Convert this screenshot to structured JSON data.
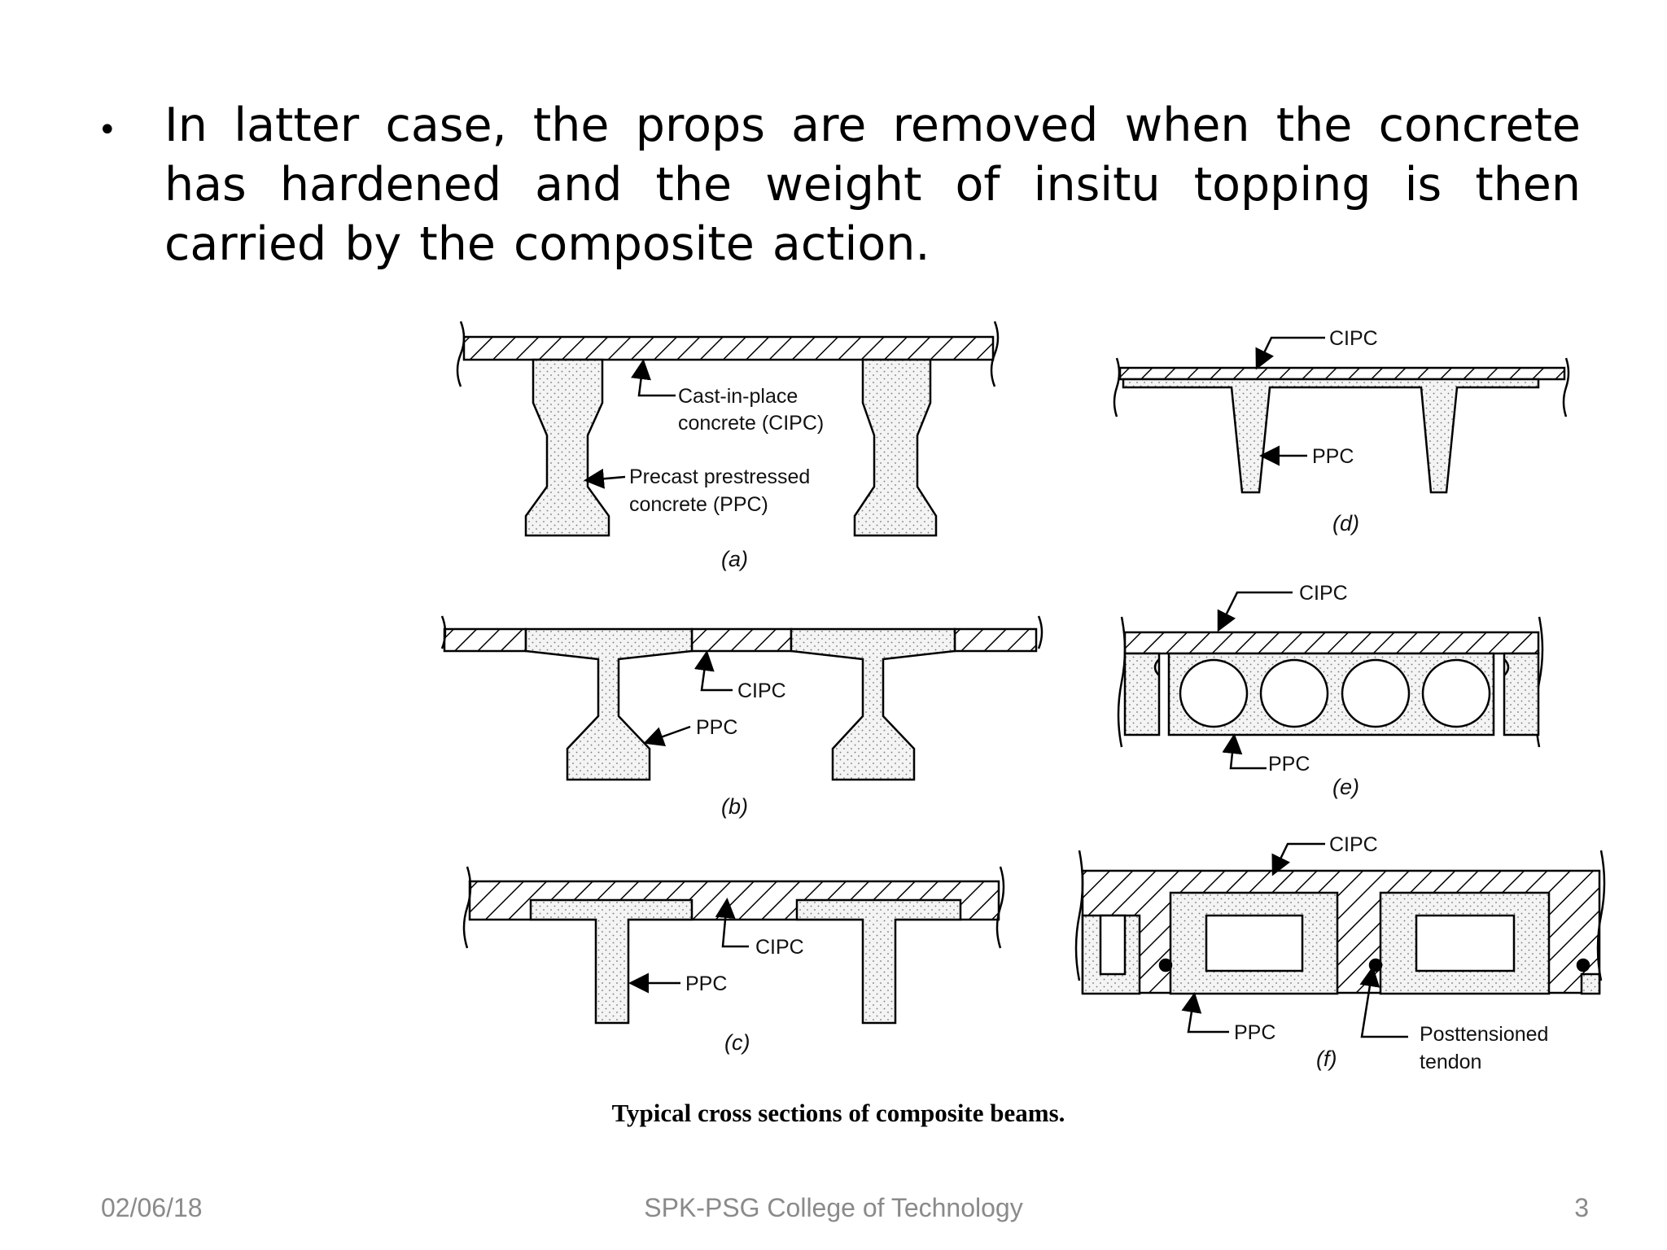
{
  "bullet": {
    "symbol": "•",
    "text": "In latter case, the props are removed when the concrete has hardened and the weight of insitu topping is then carried by the composite action."
  },
  "figure": {
    "panel_a": {
      "label": "(a)",
      "cipc_line1": "Cast-in-place",
      "cipc_line2": "concrete (CIPC)",
      "ppc_line1": "Precast prestressed",
      "ppc_line2": "concrete (PPC)"
    },
    "panel_b": {
      "label": "(b)",
      "cipc": "CIPC",
      "ppc": "PPC"
    },
    "panel_c": {
      "label": "(c)",
      "cipc": "CIPC",
      "ppc": "PPC"
    },
    "panel_d": {
      "label": "(d)",
      "cipc": "CIPC",
      "ppc": "PPC"
    },
    "panel_e": {
      "label": "(e)",
      "cipc": "CIPC",
      "ppc": "PPC"
    },
    "panel_f": {
      "label": "(f)",
      "cipc": "CIPC",
      "ppc": "PPC",
      "tendon_line1": "Posttensioned",
      "tendon_line2": "tendon"
    },
    "caption": "Typical cross sections of composite beams."
  },
  "footer": {
    "date": "02/06/18",
    "organization": "SPK-PSG College of Technology",
    "page_number": "3"
  },
  "colors": {
    "text": "#000000",
    "footer_text": "#8a8a8a",
    "background": "#ffffff"
  }
}
